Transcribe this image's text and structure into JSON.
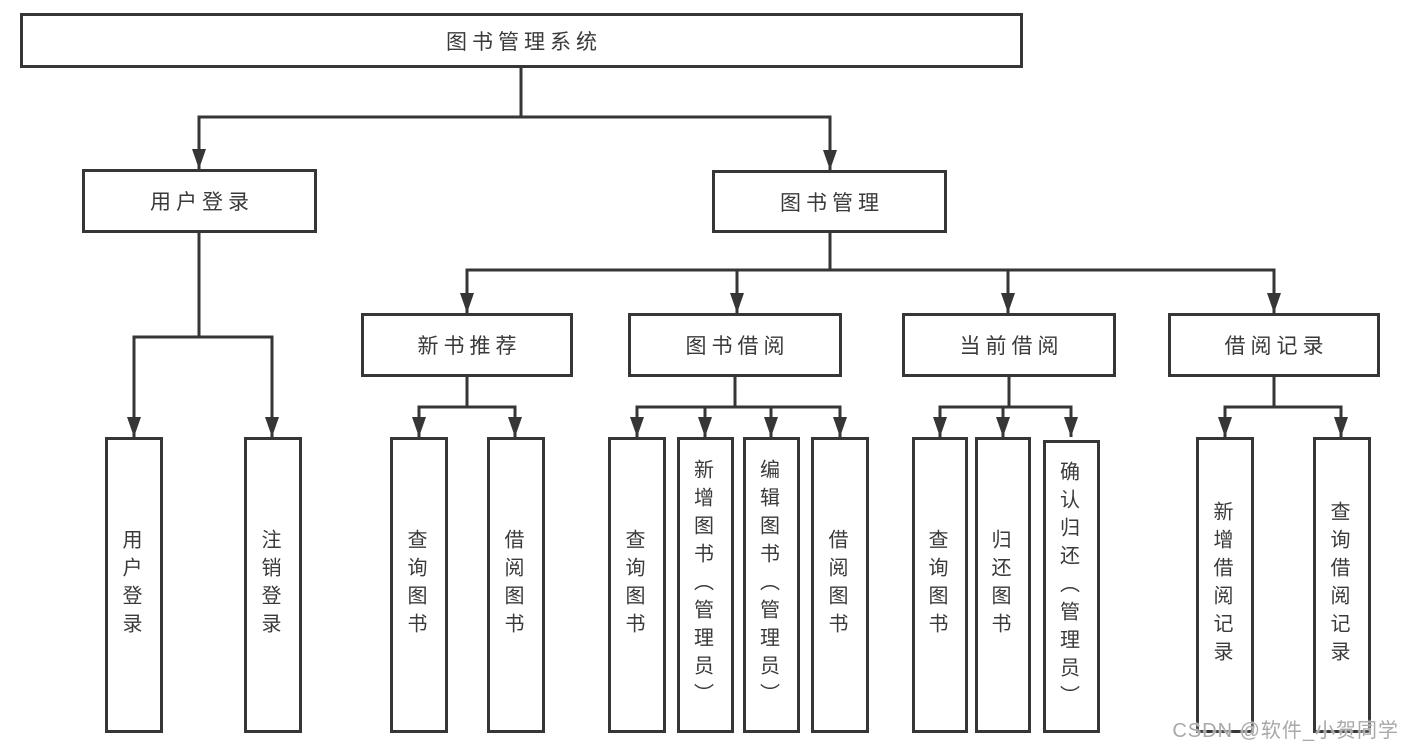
{
  "tree": {
    "root": {
      "label": "图书管理系统"
    },
    "branches": [
      {
        "label": "用户登录",
        "leaves": [
          "用户登录",
          "注销登录"
        ]
      },
      {
        "label": "图书管理",
        "groups": [
          {
            "label": "新书推荐",
            "leaves": [
              "查询图书",
              "借阅图书"
            ]
          },
          {
            "label": "图书借阅",
            "leaves": [
              "查询图书",
              "新增图书（管理员）",
              "编辑图书（管理员）",
              "借阅图书"
            ]
          },
          {
            "label": "当前借阅",
            "leaves": [
              "查询图书",
              "归还图书",
              "确认归还（管理员）"
            ]
          },
          {
            "label": "借阅记录",
            "leaves": [
              "新增借阅记录",
              "查询借阅记录"
            ]
          }
        ]
      }
    ]
  },
  "colors": {
    "line": "#363636",
    "text": "#3a3a3a",
    "watermark": "#a9a9a9"
  },
  "watermark": "CSDN @软件_小贺同学"
}
